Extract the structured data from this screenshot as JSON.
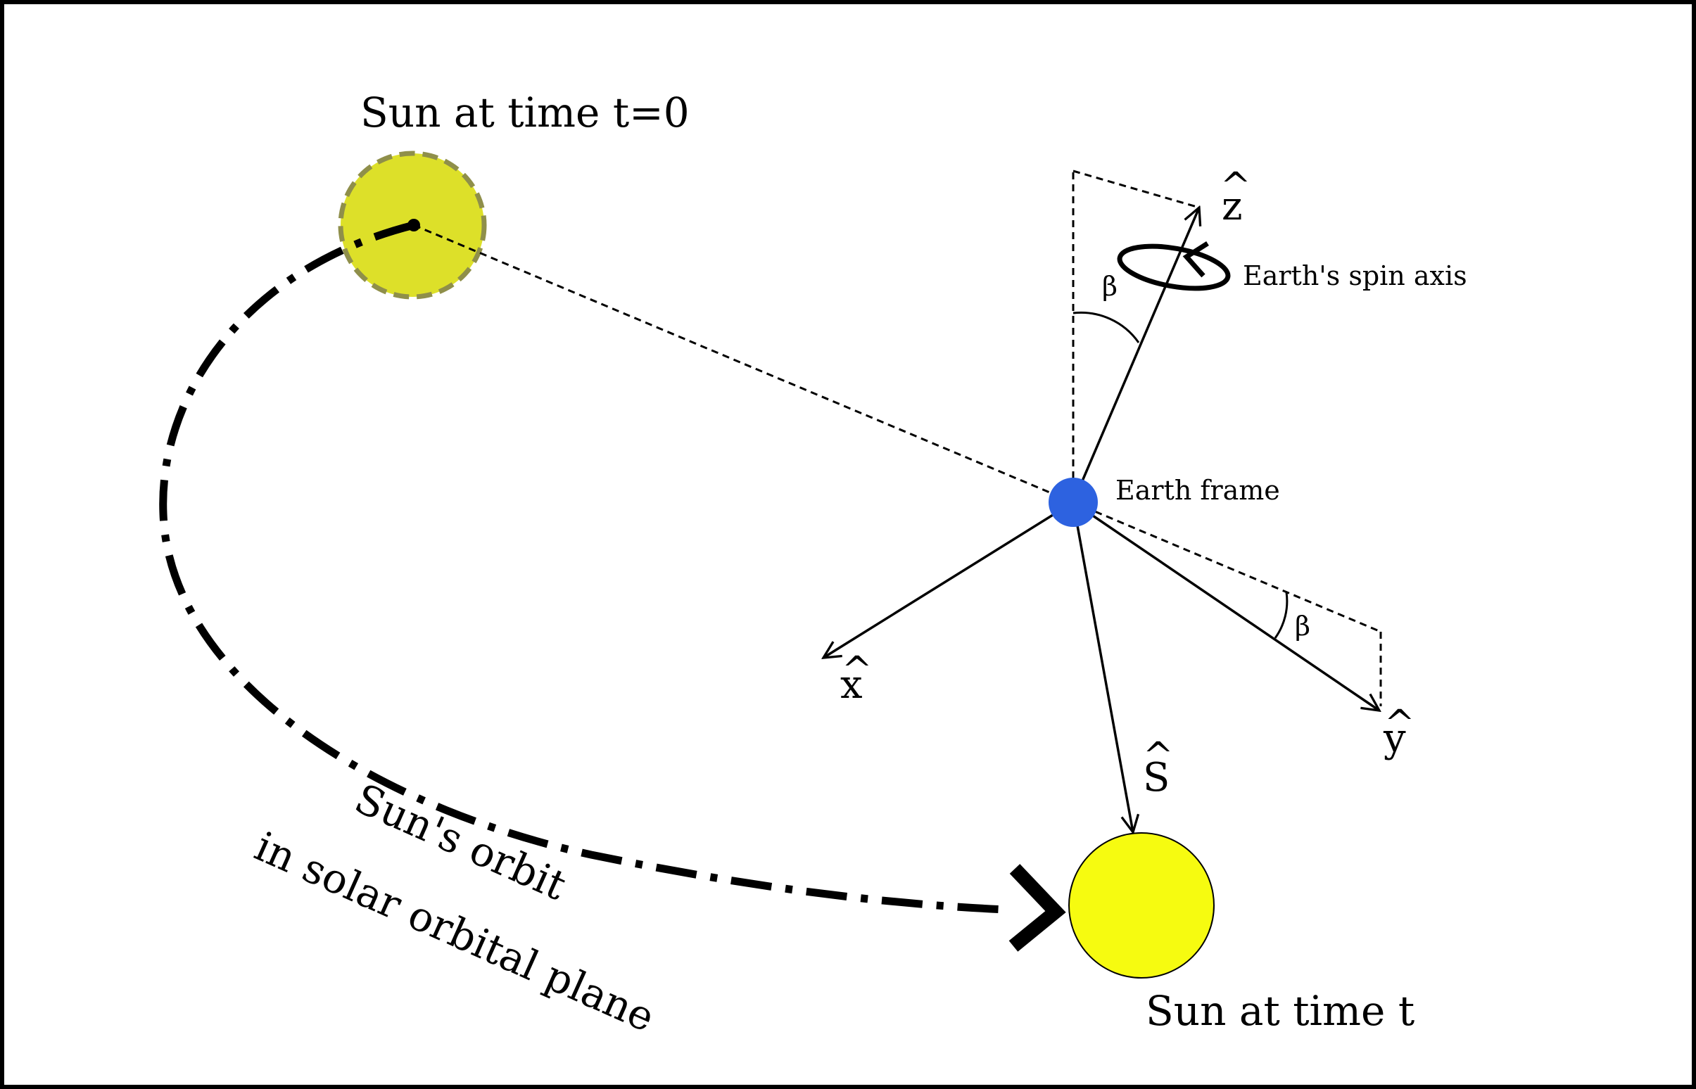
{
  "labels": {
    "sun_t0": "Sun at time t=0",
    "sun_t": "Sun at time t",
    "orbit_line1": "Sun's orbit",
    "orbit_line2": "in solar orbital plane",
    "earth_frame": "Earth frame",
    "spin_axis": "Earth's spin axis",
    "beta_top": "β",
    "beta_right": "β",
    "axis_z": "z",
    "axis_x": "x",
    "axis_y": "y",
    "axis_s": "S",
    "hat": "^"
  },
  "colors": {
    "sun_t0_fill": "#dde029",
    "sun_t0_stroke": "#8f8f4a",
    "sun_t_fill": "#f6fb10",
    "earth": "#2d62e0",
    "line": "#000000",
    "background": "#ffffff"
  }
}
